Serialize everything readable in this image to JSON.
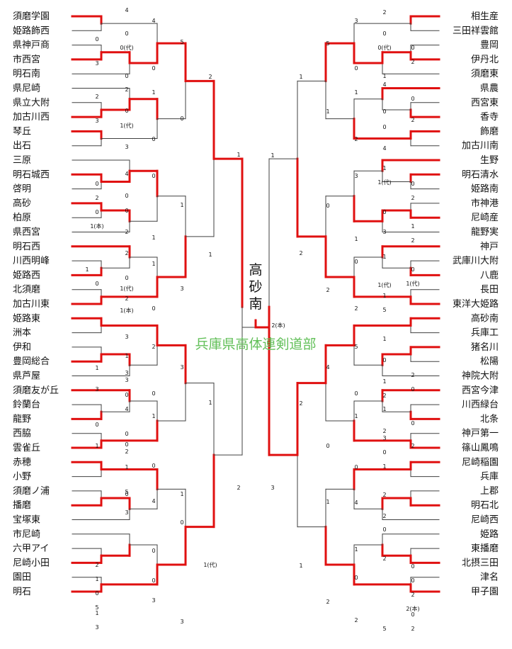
{
  "organizer": "兵庫県高体連剣道部",
  "champion": "高砂南",
  "colors": {
    "win": "#e01010",
    "lose": "#404040",
    "organizer": "#63c05a"
  },
  "left_teams": [
    "須磨学園",
    "姫路飾西",
    "県神戸商",
    "市西宮",
    "明石南",
    "県尼崎",
    "県立大附",
    "加古川西",
    "琴丘",
    "出石",
    "三原",
    "明石城西",
    "啓明",
    "高砂",
    "柏原",
    "県西宮",
    "明石西",
    "川西明峰",
    "姫路西",
    "北須磨",
    "加古川東",
    "姫路東",
    "洲本",
    "伊和",
    "豊岡総合",
    "県芦屋",
    "須磨友が丘",
    "鈴蘭台",
    "龍野",
    "西脇",
    "雲雀丘",
    "赤穂",
    "小野",
    "須磨ノ浦",
    "播磨",
    "宝塚東",
    "市尼崎",
    "六甲アイ",
    "尼崎小田",
    "園田",
    "明石"
  ],
  "right_teams": [
    "相生産",
    "三田祥雲館",
    "豊岡",
    "伊丹北",
    "須磨東",
    "県農",
    "西宮東",
    "香寺",
    "飾磨",
    "加古川南",
    "生野",
    "明石清水",
    "姫路南",
    "市神港",
    "尼崎産",
    "龍野実",
    "神戸",
    "武庫川大附",
    "八鹿",
    "長田",
    "東洋大姫路",
    "高砂南",
    "兵庫工",
    "猪名川",
    "松陽",
    "神院大附",
    "西宮今津",
    "川西緑台",
    "北条",
    "神戸第一",
    "篠山鳳鳴",
    "尼崎稲園",
    "兵庫",
    "上郡",
    "明石北",
    "尼崎西",
    "姫路",
    "東播磨",
    "北摂三田",
    "津名",
    "甲子園"
  ],
  "left_scores": {
    "r1": [
      "0",
      "3",
      "2",
      "3",
      "0",
      "2",
      "0",
      "1(本)",
      "1",
      "0",
      "1",
      "3",
      "0",
      "1",
      "2",
      "1",
      "0",
      "5",
      "1",
      "3"
    ],
    "r2": [
      "4",
      "0",
      "0(代)",
      "0",
      "2",
      "0",
      "1(代)",
      "3",
      "4",
      "0",
      "0",
      "2",
      "2",
      "0",
      "1(代)",
      "2",
      "1(本)",
      "3",
      "1",
      "3",
      "3",
      "0",
      "4",
      "0",
      "0",
      "2",
      "1",
      "5",
      "0",
      "3"
    ],
    "r3": [
      "4",
      "0",
      "1",
      "0",
      "0",
      "1",
      "1",
      "0",
      "2",
      "0",
      "1",
      "0",
      "4",
      "0",
      "0",
      "3"
    ],
    "r4": [
      "5",
      "0",
      "1",
      "3",
      "3",
      "1",
      "0",
      "3"
    ],
    "r5": [
      "2",
      "1",
      "1",
      "1(代)"
    ],
    "r6": [
      "1",
      "2"
    ]
  },
  "right_scores": {
    "r1": [
      "0",
      "2",
      "0",
      "2",
      "0",
      "2",
      "1",
      "2",
      "0",
      "1(代)",
      "2",
      "0",
      "0",
      "2",
      "0",
      "0",
      "2",
      "2(本)",
      "0",
      "2"
    ],
    "r2": [
      "2",
      "0",
      "0(代)",
      "1",
      "4",
      "0",
      "0",
      "4",
      "1",
      "1(代)",
      "0",
      "3",
      "1",
      "1(代)",
      "1",
      "5",
      "1",
      "0",
      "1",
      "2",
      "1",
      "2",
      "3",
      "0",
      "1",
      "2",
      "2",
      "0",
      "2",
      "5"
    ],
    "r3": [
      "3",
      "0",
      "1",
      "2",
      "3",
      "1",
      "0",
      "2",
      "5",
      "0",
      "1",
      "0",
      "4",
      "1",
      "0",
      "2"
    ],
    "r4": [
      "5",
      "1",
      "0",
      "2",
      "4",
      "0",
      "1",
      "2"
    ],
    "r5": [
      "1",
      "2",
      "2",
      "1"
    ],
    "r6": [
      "1",
      "2(本)",
      "3"
    ]
  }
}
